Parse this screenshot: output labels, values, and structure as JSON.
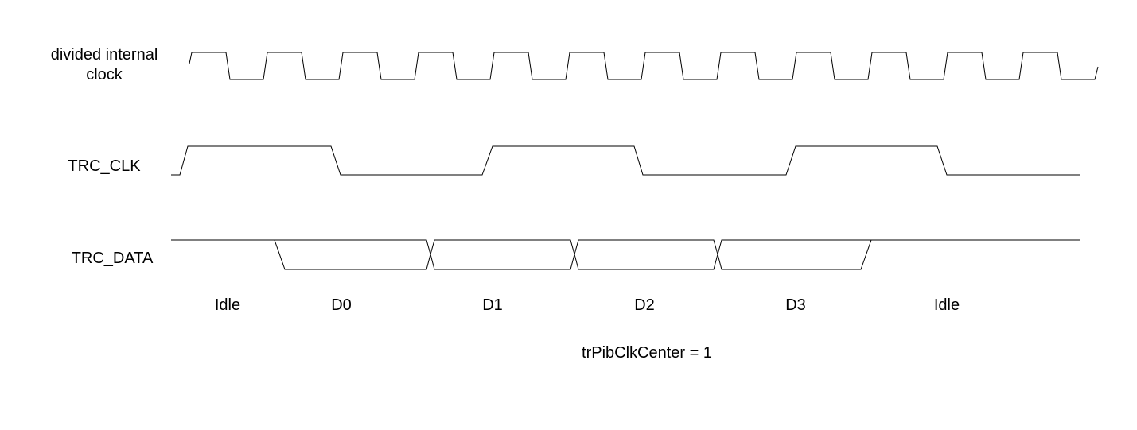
{
  "signals": {
    "clock_label_line1": "divided internal",
    "clock_label_line2": "clock",
    "trc_clk_label": "TRC_CLK",
    "trc_data_label": "TRC_DATA"
  },
  "phases": [
    "Idle",
    "D0",
    "D1",
    "D2",
    "D3",
    "Idle"
  ],
  "note": "trPibClkCenter = 1"
}
